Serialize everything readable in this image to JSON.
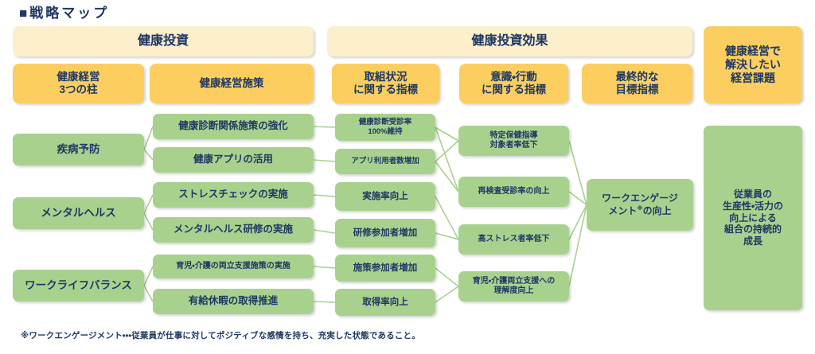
{
  "page": {
    "title": "■戦略マップ",
    "footnote": "※ワークエンゲージメント・・・従業員が仕事に対してポジティブな感情を持ち、充実した状態であること。"
  },
  "colors": {
    "band_yellow": "#FCEFCB",
    "header_yellow": "#FBCE5F",
    "green": "#A9D18E",
    "text_navy": "#1F3864",
    "connector_green": "#A9D18E",
    "background": "#FFFFFF"
  },
  "bands": [
    {
      "id": "investment",
      "label": "健康投資"
    },
    {
      "id": "investment_effect",
      "label": "健康投資効果"
    }
  ],
  "headers": [
    {
      "id": "three-pillars",
      "label": "健康経営\n3つの柱"
    },
    {
      "id": "measures",
      "label": "健康経営施策"
    },
    {
      "id": "status-indicators",
      "label": "取組状況\nに関する指標"
    },
    {
      "id": "behavior-indicators",
      "label": "意識・行動\nに関する指標"
    },
    {
      "id": "final-indicators",
      "label": "最終的な\n目標指標"
    },
    {
      "id": "issues",
      "label": "健康経営で\n解決したい\n経営課題"
    }
  ],
  "pillars": [
    {
      "id": "disease-prevention",
      "label": "疾病予防"
    },
    {
      "id": "mental-health",
      "label": "メンタルヘルス"
    },
    {
      "id": "work-life-balance",
      "label": "ワークライフバランス"
    }
  ],
  "measures": [
    {
      "id": "checkup-strengthen",
      "label": "健康診断関係施策の強化"
    },
    {
      "id": "health-app",
      "label": "健康アプリの活用"
    },
    {
      "id": "stress-check",
      "label": "ストレスチェックの実施"
    },
    {
      "id": "mental-training",
      "label": "メンタルヘルス研修の実施"
    },
    {
      "id": "childcare-support",
      "label": "育児・介護の両立支援施策の実施"
    },
    {
      "id": "paid-leave",
      "label": "有給休暇の取得推進"
    }
  ],
  "status_indicators": [
    {
      "id": "checkup-rate",
      "label": "健康診断受診率\n100%維持"
    },
    {
      "id": "app-users",
      "label": "アプリ利用者数増加"
    },
    {
      "id": "implement-rate",
      "label": "実施率向上"
    },
    {
      "id": "training-part",
      "label": "研修参加者増加"
    },
    {
      "id": "measure-part",
      "label": "施策参加者増加"
    },
    {
      "id": "acquire-rate",
      "label": "取得率向上"
    }
  ],
  "behavior_indicators": [
    {
      "id": "specific-guidance",
      "label": "特定保健指導\n対象者率低下"
    },
    {
      "id": "reexam-rate",
      "label": "再検査受診率の向上"
    },
    {
      "id": "high-stress",
      "label": "高ストレス者率低下"
    },
    {
      "id": "childcare-aware",
      "label": "育児・介護両立支援への\n理解度向上"
    }
  ],
  "final_indicator": {
    "id": "work-engagement",
    "label_before": "ワークエンゲージ\nメント",
    "label_mark": "※",
    "label_after": "の向上"
  },
  "management_issue": {
    "id": "sustainable-growth",
    "label": "従業員の\n生産性・活力の\n向上による\n組合の持続的\n成長"
  },
  "connectors": [
    {
      "from": "disease-prevention",
      "to": "checkup-strengthen"
    },
    {
      "from": "disease-prevention",
      "to": "health-app"
    },
    {
      "from": "mental-health",
      "to": "stress-check"
    },
    {
      "from": "mental-health",
      "to": "mental-training"
    },
    {
      "from": "work-life-balance",
      "to": "childcare-support"
    },
    {
      "from": "work-life-balance",
      "to": "paid-leave"
    },
    {
      "from": "checkup-strengthen",
      "to": "checkup-rate"
    },
    {
      "from": "health-app",
      "to": "app-users"
    },
    {
      "from": "stress-check",
      "to": "implement-rate"
    },
    {
      "from": "mental-training",
      "to": "training-part"
    },
    {
      "from": "childcare-support",
      "to": "measure-part"
    },
    {
      "from": "paid-leave",
      "to": "acquire-rate"
    },
    {
      "from": "checkup-rate",
      "to": "specific-guidance"
    },
    {
      "from": "checkup-rate",
      "to": "reexam-rate"
    },
    {
      "from": "app-users",
      "to": "specific-guidance"
    },
    {
      "from": "app-users",
      "to": "reexam-rate"
    },
    {
      "from": "implement-rate",
      "to": "high-stress"
    },
    {
      "from": "training-part",
      "to": "high-stress"
    },
    {
      "from": "measure-part",
      "to": "childcare-aware"
    },
    {
      "from": "acquire-rate",
      "to": "childcare-aware"
    },
    {
      "from": "specific-guidance",
      "to": "work-engagement"
    },
    {
      "from": "reexam-rate",
      "to": "work-engagement"
    },
    {
      "from": "high-stress",
      "to": "work-engagement"
    },
    {
      "from": "childcare-aware",
      "to": "work-engagement"
    }
  ]
}
